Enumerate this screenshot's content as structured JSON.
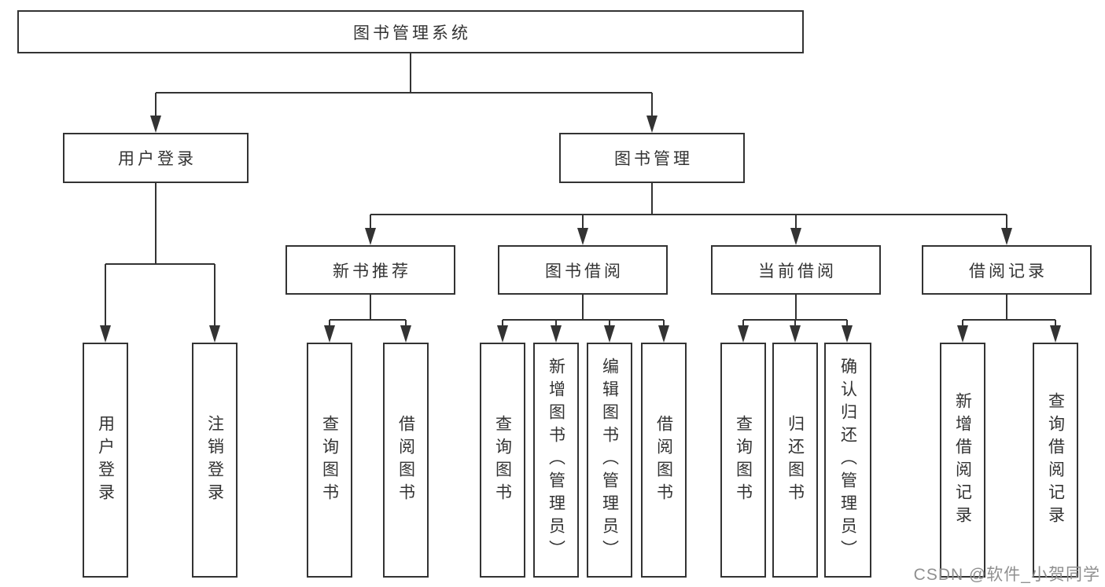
{
  "colors": {
    "line": "#333333",
    "text": "#333333",
    "box_background": "#ffffff",
    "watermark": "#8f8f8f"
  },
  "tree": {
    "root": {
      "label": "图书管理系统"
    },
    "branches": [
      {
        "label": "用户登录",
        "children": [
          {
            "label": "用户登录"
          },
          {
            "label": "注销登录"
          }
        ]
      },
      {
        "label": "图书管理",
        "children": [
          {
            "label": "新书推荐",
            "children": [
              {
                "label": "查询图书"
              },
              {
                "label": "借阅图书"
              }
            ]
          },
          {
            "label": "图书借阅",
            "children": [
              {
                "label": "查询图书"
              },
              {
                "label": "新增图书（管理员）"
              },
              {
                "label": "编辑图书（管理员）"
              },
              {
                "label": "借阅图书"
              }
            ]
          },
          {
            "label": "当前借阅",
            "children": [
              {
                "label": "查询图书"
              },
              {
                "label": "归还图书"
              },
              {
                "label": "确认归还（管理员）"
              }
            ]
          },
          {
            "label": "借阅记录",
            "children": [
              {
                "label": "新增借阅记录"
              },
              {
                "label": "查询借阅记录"
              }
            ]
          }
        ]
      }
    ]
  },
  "watermark": {
    "text": "CSDN @软件_小贺同学"
  }
}
